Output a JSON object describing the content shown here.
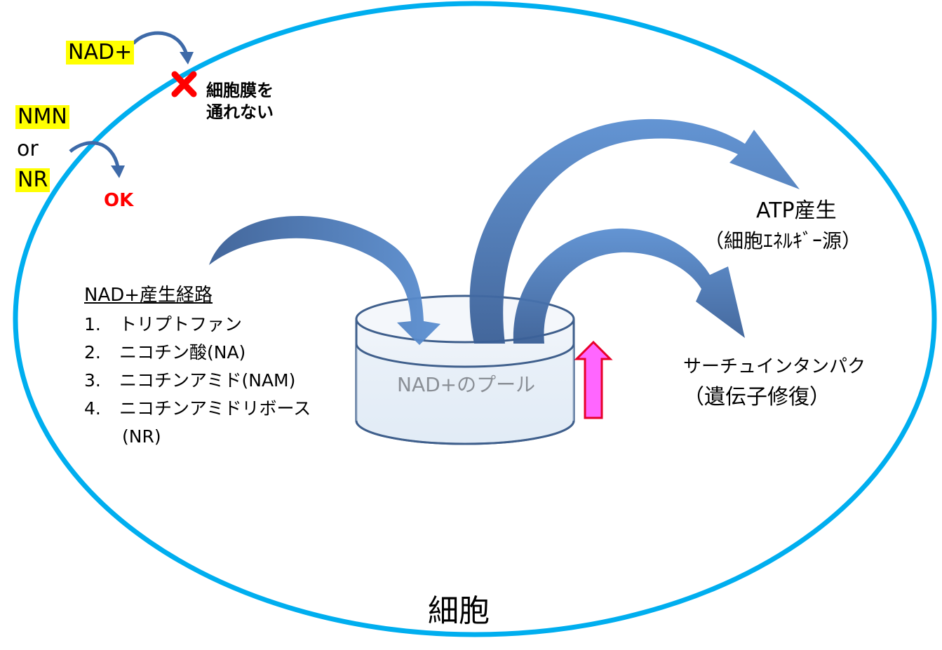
{
  "outside": {
    "nad": "NAD+",
    "nmn": "NMN",
    "or": "or",
    "nr": "NR",
    "blocked_line1": "細胞膜を",
    "blocked_line2": "通れない",
    "ok": "OK"
  },
  "pathway": {
    "title": "NAD+産生経路",
    "items": [
      {
        "num": "1.",
        "text": "トリプトファン"
      },
      {
        "num": "2.",
        "text": "ニコチン酸(NA)"
      },
      {
        "num": "3.",
        "text": "ニコチンアミド(NAM)"
      },
      {
        "num": "4.",
        "text": "ニコチンアミドリボース"
      }
    ],
    "item4_cont": "(NR)"
  },
  "pool": {
    "label": "NAD+のプール"
  },
  "outputs": {
    "atp_line1": "ATP産生",
    "atp_line2": "（細胞ｴﾈﾙｷﾞｰ源）",
    "sirtuin_line1": "サーチュインタンパク",
    "sirtuin_line2": "（遺伝子修復）"
  },
  "cell": {
    "label": "細胞"
  },
  "colors": {
    "membrane": "#00aeef",
    "arrow_light": "#5b8fd1",
    "arrow_dark": "#3a5f96",
    "highlight": "#ffff00",
    "block_mark": "#ff0000",
    "up_arrow_fill": "#ff66ff",
    "up_arrow_stroke": "#e8002a"
  }
}
